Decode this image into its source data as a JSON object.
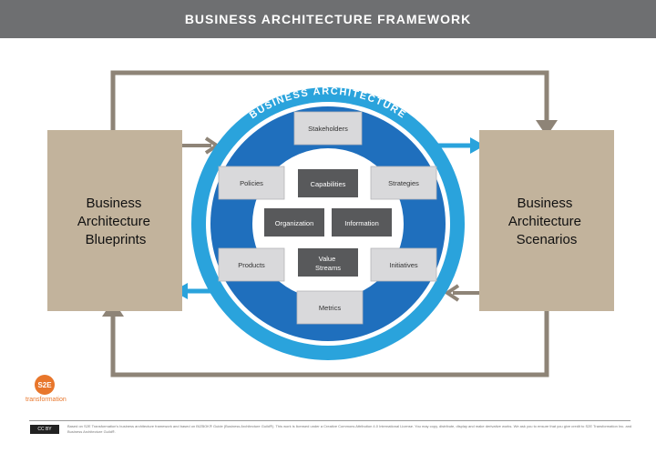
{
  "header": {
    "title": "BUSINESS ARCHITECTURE FRAMEWORK"
  },
  "ring_label": "BUSINESS ARCHITECTURE",
  "left_box": {
    "lines": [
      "Business",
      "Architecture",
      "Blueprints"
    ]
  },
  "right_box": {
    "lines": [
      "Business",
      "Architecture",
      "Scenarios"
    ]
  },
  "outer_items": {
    "stakeholders": "Stakeholders",
    "policies": "Policies",
    "strategies": "Strategies",
    "products": "Products",
    "initiatives": "Initiatives",
    "metrics": "Metrics"
  },
  "inner_items": {
    "capabilities": "Capabilities",
    "organization": "Organization",
    "information": "Information",
    "value_streams": [
      "Value",
      "Streams"
    ]
  },
  "logo": {
    "mark": "S2E",
    "text": "transformation"
  },
  "footer": {
    "license": "CC BY",
    "text": "Based on S2E Transformation's business architecture framework and based on BIZBOK® Guide (Business Architecture Guild®). This work is licensed under a Creative Commons Attribution 4.0 International License. You may copy, distribute, display and make derivative works. We ask you to ensure that you give credit to S2E Transformation Inc. and Business Architecture Guild®."
  },
  "colors": {
    "header_bg": "#6e6f71",
    "tan_box": "#c2b39c",
    "tan_arrow": "#8e8477",
    "blue_ring": "#2aa3dc",
    "blue_disc": "#1f6fbd",
    "light_tile": "#d9d9db",
    "dark_tile": "#58595b",
    "logo_orange": "#e8762b"
  }
}
